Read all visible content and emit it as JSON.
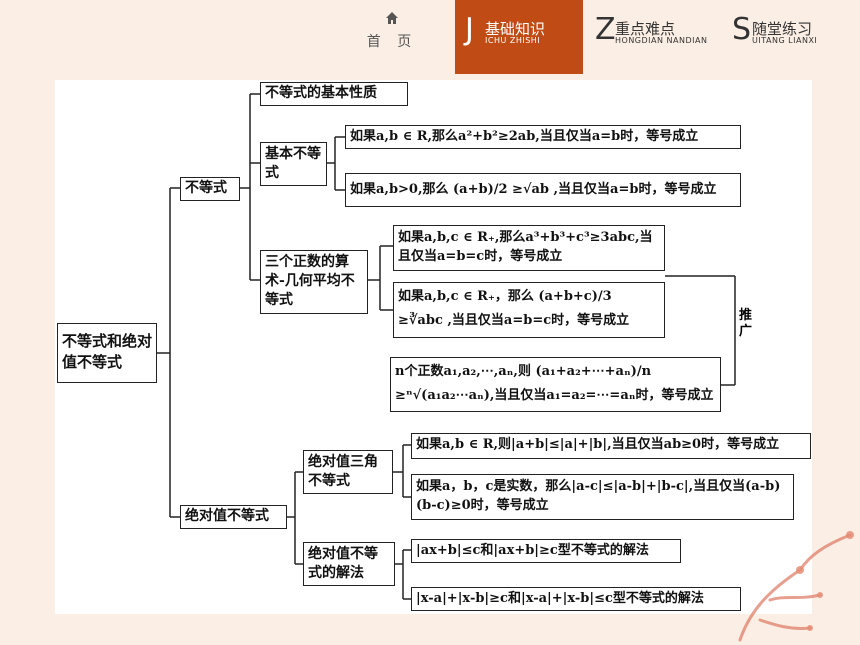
{
  "nav": {
    "home_label": "首 页",
    "tabs": [
      {
        "letter": "J",
        "label": "基础知识",
        "pinyin": "ICHU ZHISHI"
      },
      {
        "letter": "Z",
        "label": "重点难点",
        "pinyin": "HONGDIAN NANDIAN"
      },
      {
        "letter": "S",
        "label": "随堂练习",
        "pinyin": "UITANG LIANXI"
      }
    ],
    "active_color": "#c14b14"
  },
  "diagram": {
    "root": "不等式和绝对值不等式",
    "ineq": "不等式",
    "props": "不等式的基本性质",
    "basic": "基本不等式",
    "basic_1": "如果a,b ∈ R,那么a²+b²≥2ab,当且仅当a=b时，等号成立",
    "basic_2": "如果a,b>0,那么 (a+b)/2 ≥√ab ,当且仅当a=b时，等号成立",
    "three": "三个正数的算术-几何平均不等式",
    "three_1": "如果a,b,c ∈ R₊,那么a³+b³+c³≥3abc,当且仅当a=b=c时，等号成立",
    "three_2": "如果a,b,c ∈ R₊，那么 (a+b+c)/3 ≥∛abc ,当且仅当a=b=c时，等号成立",
    "generalize": "推广",
    "n_pos": "n个正数a₁,a₂,⋯,aₙ,则 (a₁+a₂+⋯+aₙ)/n ≥ⁿ√(a₁a₂⋯aₙ),当且仅当a₁=a₂=⋯=aₙ时，等号成立",
    "abs": "绝对值不等式",
    "tri": "绝对值三角不等式",
    "tri_1": "如果a,b ∈ R,则|a+b|≤|a|+|b|,当且仅当ab≥0时，等号成立",
    "tri_2": "如果a，b，c是实数，那么|a-c|≤|a-b|+|b-c|,当且仅当(a-b)(b-c)≥0时，等号成立",
    "solve": "绝对值不等式的解法",
    "solve_1": "|ax+b|≤c和|ax+b|≥c型不等式的解法",
    "solve_2": "|x-a|+|x-b|≥c和|x-a|+|x-b|≤c型不等式的解法"
  }
}
